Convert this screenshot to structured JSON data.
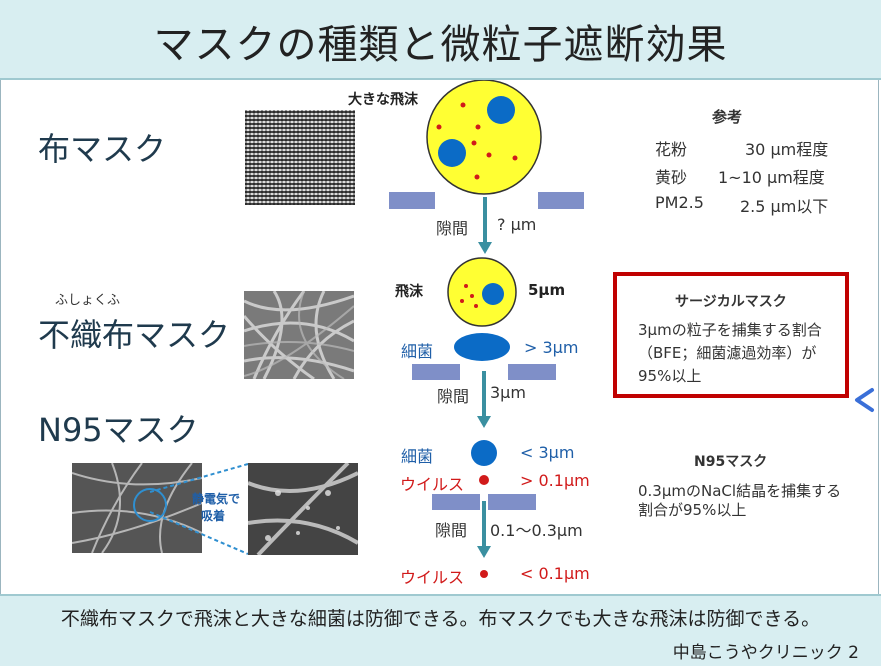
{
  "title": "マスクの種類と微粒子遮断効果",
  "masks": {
    "cloth": "布マスク",
    "nonwoven_ruby": "ふしょくふ",
    "nonwoven": "不織布マスク",
    "n95": "N95マスク"
  },
  "diagram": {
    "large_droplet": "大きな飛沫",
    "gap1": "隙間",
    "gap1_size": "? μm",
    "droplet": "飛沫",
    "droplet_size": "5μm",
    "bacteria1": "細菌",
    "bacteria1_size": "> 3μm",
    "gap2": "隙間",
    "gap2_size": "3μm",
    "bacteria2": "細菌",
    "bacteria2_size": "<  3μm",
    "virus1": "ウイルス",
    "virus1_size": "> 0.1μm",
    "gap3": "隙間",
    "gap3_size": "0.1〜0.3μm",
    "virus2": "ウイルス",
    "virus2_size": "< 0.1μm",
    "static_label_1": "静電気で",
    "static_label_2": "吸着"
  },
  "reference": {
    "heading": "参考",
    "rows": [
      {
        "name": "花粉",
        "value": "30 μm程度"
      },
      {
        "name": "黄砂",
        "value": "1~10 μm程度"
      },
      {
        "name": "PM2.5",
        "value": "2.5 μm以下"
      }
    ]
  },
  "surgical_box": {
    "heading": "サージカルマスク",
    "line1": "3μmの粒子を捕集する割合",
    "line2": "（BFE；細菌濾過効率）が",
    "line3": "95%以上"
  },
  "n95_note": {
    "heading": "N95マスク",
    "line1": "0.3μmのNaCl結晶を捕集する",
    "line2": "割合が95%以上"
  },
  "footer": {
    "main": "不織布マスクで飛沫と大きな細菌は防御できる。布マスクでも大きな飛沫は防御できる。",
    "credit": "中島こうやクリニック 2"
  },
  "colors": {
    "header_bg": "#d8eef1",
    "droplet_yellow": "#ffff33",
    "particle_blue": "#0b6bc6",
    "particle_red": "#d11a1a",
    "arrow_teal": "#3a8fa0",
    "gap_block": "#7f8fc8",
    "box_red": "#c00000"
  }
}
